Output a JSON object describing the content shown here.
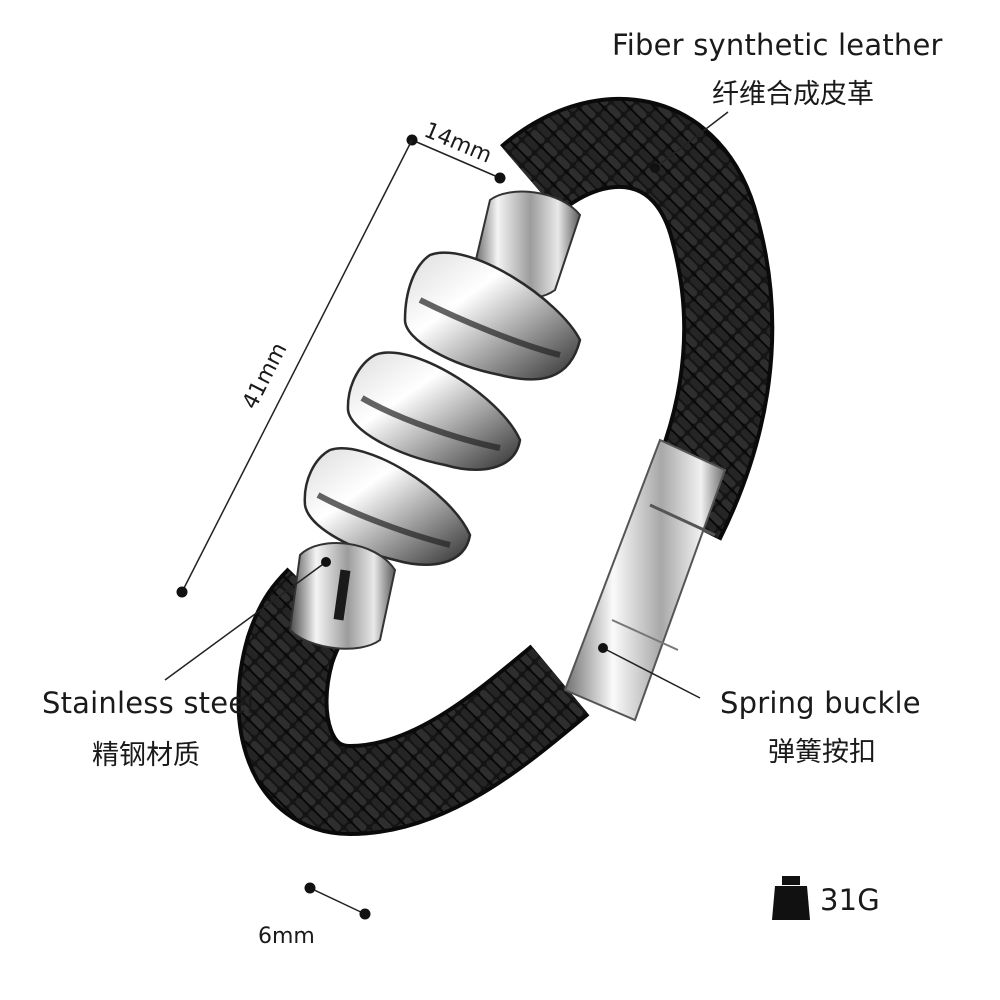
{
  "labels": {
    "leather_en": "Fiber synthetic leather",
    "leather_cn": "纤维合成皮革",
    "steel_en": "Stainless steel",
    "steel_cn": "精钢材质",
    "buckle_en": "Spring buckle",
    "buckle_cn": "弹簧按扣"
  },
  "dimensions": {
    "width": "14mm",
    "length": "41mm",
    "thickness": "6mm"
  },
  "weight": {
    "value": "31G",
    "icon": "weight-icon"
  },
  "colors": {
    "leather": "#111111",
    "steel": "#c9c9c9",
    "steel_dark": "#3a3a3a",
    "line": "#222222"
  }
}
